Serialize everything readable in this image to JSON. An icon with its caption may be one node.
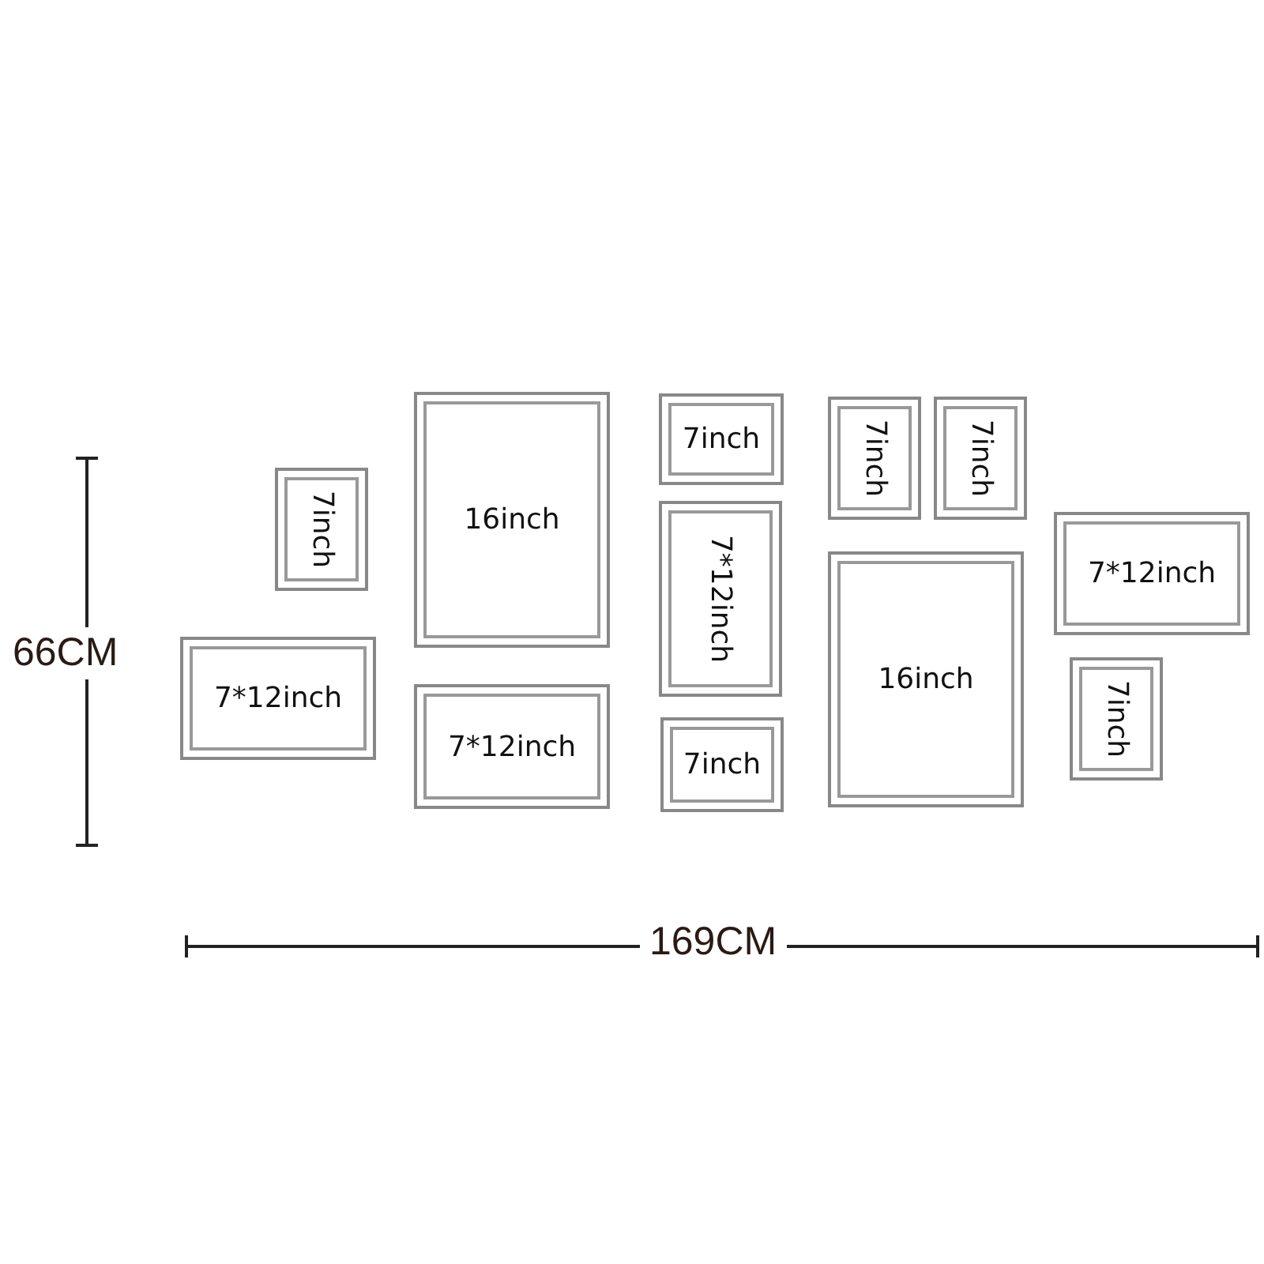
{
  "diagram": {
    "nodes": [
      {
        "text": [
          "7inch"
        ]
      },
      {
        "text": [
          "16inch"
        ]
      },
      {
        "text": [
          "7*12inch"
        ]
      },
      {
        "text": [
          "7*12inch"
        ]
      },
      {
        "text": [
          "7inch"
        ]
      },
      {
        "text": [
          "7*12inch"
        ]
      },
      {
        "text": [
          "7inch"
        ]
      },
      {
        "text": [
          "7inch"
        ]
      },
      {
        "text": [
          "7inch"
        ]
      },
      {
        "text": [
          "16inch"
        ]
      },
      {
        "text": [
          "7*12inch"
        ]
      },
      {
        "text": [
          "7inch"
        ]
      }
    ],
    "labels": [
      "66CM",
      "169CM"
    ]
  }
}
